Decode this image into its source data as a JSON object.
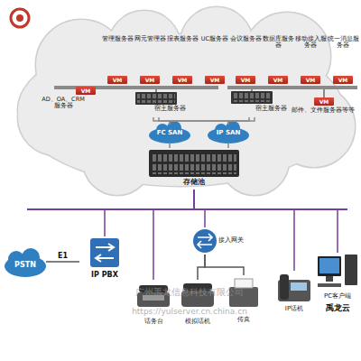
{
  "diagram": {
    "nodes": [
      {
        "text": [
          "管理服务器"
        ]
      },
      {
        "text": [
          "VM"
        ],
        "in": 0
      },
      {
        "text": [
          "网元管理器"
        ]
      },
      {
        "text": [
          "VM"
        ],
        "in": 2
      },
      {
        "text": [
          "报表服务器"
        ]
      },
      {
        "text": [
          "VM"
        ],
        "in": 4
      },
      {
        "text": [
          "UC服务器"
        ]
      },
      {
        "text": [
          "VM"
        ],
        "in": 6
      },
      {
        "text": [
          "会议服务器"
        ]
      },
      {
        "text": [
          "VM"
        ],
        "in": 8
      },
      {
        "text": [
          "数据库服务器"
        ]
      },
      {
        "text": [
          "VM"
        ],
        "in": 10
      },
      {
        "text": [
          "移动接入服务器"
        ]
      },
      {
        "text": [
          "VM"
        ],
        "in": 12
      },
      {
        "text": [
          "统一消息服务器"
        ]
      },
      {
        "text": [
          "VM"
        ],
        "in": 14
      },
      {
        "text": [
          "AD、OA、CRM服务器"
        ]
      },
      {
        "text": [
          "VM"
        ],
        "in": 16
      },
      {
        "text": [
          "宿主服务器"
        ]
      },
      {
        "text": [
          "宿主服务器"
        ]
      },
      {
        "text": [
          "邮件、文件服务器等等"
        ]
      },
      {
        "text": [
          "VM"
        ],
        "in": 20
      },
      {
        "text": [
          "FC SAN"
        ]
      },
      {
        "text": [
          "IP SAN"
        ]
      },
      {
        "text": [
          "存储池"
        ]
      },
      {
        "text": [
          "PSTN"
        ]
      },
      {
        "text": [
          "IP PBX"
        ]
      },
      {
        "text": [
          "接入网关"
        ]
      },
      {
        "text": [
          "话务台"
        ]
      },
      {
        "text": [
          "模拟话机"
        ]
      },
      {
        "text": [
          "传真"
        ]
      },
      {
        "text": [
          "IP话机"
        ]
      },
      {
        "text": [
          "PC客户端",
          "禹龙云"
        ]
      }
    ],
    "edges": [
      {
        "from": 18,
        "to": 22,
        "arrow": "none"
      },
      {
        "from": 18,
        "to": 23,
        "arrow": "none"
      },
      {
        "from": 19,
        "to": 22,
        "arrow": "none"
      },
      {
        "from": 19,
        "to": 23,
        "arrow": "none"
      },
      {
        "from": 22,
        "to": 24,
        "arrow": "none"
      },
      {
        "from": 23,
        "to": 24,
        "arrow": "none"
      },
      {
        "from": 25,
        "to": 26,
        "label": "E1",
        "arrow": "none"
      },
      {
        "from": 24,
        "to": 26,
        "arrow": "none"
      },
      {
        "from": 24,
        "to": 28,
        "arrow": "none"
      },
      {
        "from": 24,
        "to": 27,
        "arrow": "none"
      },
      {
        "from": 24,
        "to": 31,
        "arrow": "none"
      },
      {
        "from": 24,
        "to": 32,
        "arrow": "none"
      },
      {
        "from": 27,
        "to": 29,
        "arrow": "none"
      },
      {
        "from": 27,
        "to": 30,
        "arrow": "none"
      }
    ],
    "labels": [
      "广州禹龙信息科技有限公司",
      "https://yulserver.cn.china.cn"
    ]
  }
}
